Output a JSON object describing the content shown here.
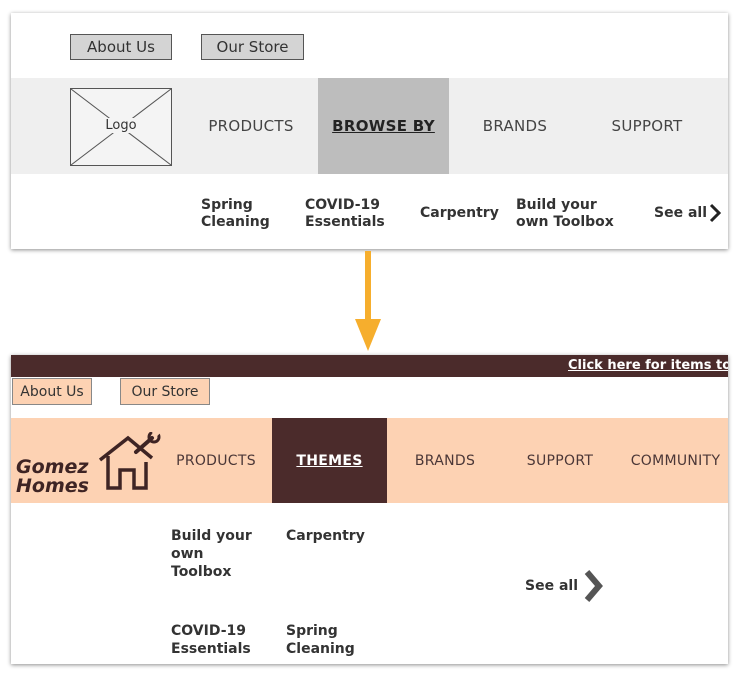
{
  "before": {
    "top_buttons": {
      "about": "About Us",
      "store": "Our Store"
    },
    "logo_label": "Logo",
    "nav": {
      "products": "PRODUCTS",
      "browse_by": "BROWSE BY",
      "brands": "BRANDS",
      "support": "SUPPORT"
    },
    "subnav": {
      "spring": [
        "Spring",
        "Cleaning"
      ],
      "covid": [
        "COVID-19",
        "Essentials"
      ],
      "carpentry": "Carpentry",
      "toolbox": [
        "Build your",
        "own Toolbox"
      ],
      "see_all": "See all"
    },
    "colors": {
      "button_bg": "#d4d4d4",
      "nav_bg": "#efefef",
      "active_bg": "#bdbdbd"
    }
  },
  "arrow_color": "#f6ae2d",
  "after": {
    "banner_link": "Click here for items to i",
    "top_buttons": {
      "about": "About Us",
      "store": "Our Store"
    },
    "brand": [
      "Gomez",
      "Homes"
    ],
    "nav": {
      "products": "PRODUCTS",
      "themes": "THEMES",
      "brands": "BRANDS",
      "support": "SUPPORT",
      "community": "COMMUNITY"
    },
    "subnav": {
      "toolbox": [
        "Build your",
        "own",
        "Toolbox"
      ],
      "carpentry": "Carpentry",
      "covid": [
        "COVID-19",
        "Essentials"
      ],
      "spring": [
        "Spring",
        "Cleaning"
      ],
      "see_all": "See all"
    },
    "colors": {
      "banner_bg": "#4b2b2b",
      "accent_bg": "#fdd2b3",
      "active_bg": "#4b2b2b"
    }
  }
}
